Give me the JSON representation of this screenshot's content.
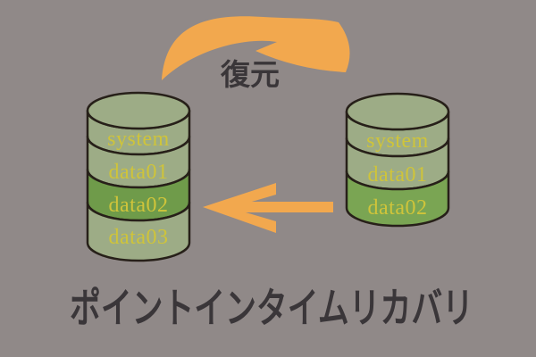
{
  "diagram": {
    "title": "ポイントインタイムリカバリ",
    "restore_arrow_label": "復元"
  },
  "left_cylinder": {
    "labels": [
      "system",
      "data01",
      "data02",
      "data03"
    ],
    "fills": [
      "#9dac86",
      "#9dac86",
      "#6f9b4a",
      "#9dac86"
    ]
  },
  "right_cylinder": {
    "labels": [
      "system",
      "data01",
      "data02"
    ],
    "fills": [
      "#9dac86",
      "#9dac86",
      "#7aa553"
    ]
  },
  "colors": {
    "background": "#908988",
    "arrow_orange": "#f2a84e",
    "cylinder_outline": "#272019",
    "segment_label_text": "#cfc43a",
    "dark_text": "#3a3639"
  }
}
